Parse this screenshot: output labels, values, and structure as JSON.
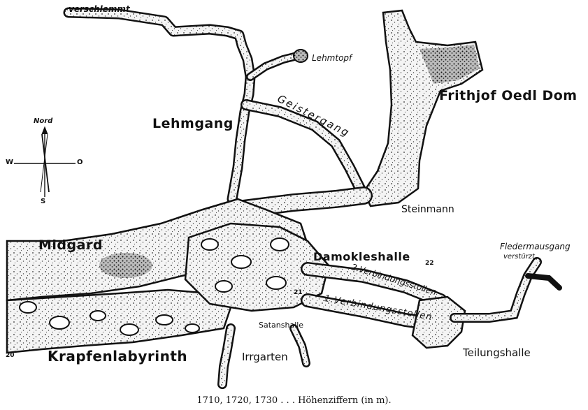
{
  "labels": {
    "verschlemmt": "verschlemmt",
    "lehmtopf": "Lehmtopf",
    "geistergang": "Geistergang",
    "frithjof": "Frithjof Oedl Dom",
    "lehmgang": "Lehmgang",
    "steinmann": "Steinmann",
    "midgard": "Midgard",
    "damokleshalle": "Damokleshalle",
    "fledermausgang": "Fledermausgang",
    "verstuerzt": "verstürzt",
    "verbindungsstollen2": "2.Verbindungsstollen",
    "verbindungsstollen1": "1.Verbindungsstollen",
    "satanshalle": "Satanshalle",
    "irrgarten": "Irrgarten",
    "teilungshalle": "Teilungshalle",
    "krapfenlabyrinth": "Krapfenlabyrinth",
    "num22": "22",
    "num21": "21",
    "num20": "20"
  },
  "compass": {
    "north": "Nord",
    "west": "W",
    "east": "O",
    "south": "S"
  },
  "caption": "1710, 1720, 1730 . . . Höhenziffern (in m)."
}
